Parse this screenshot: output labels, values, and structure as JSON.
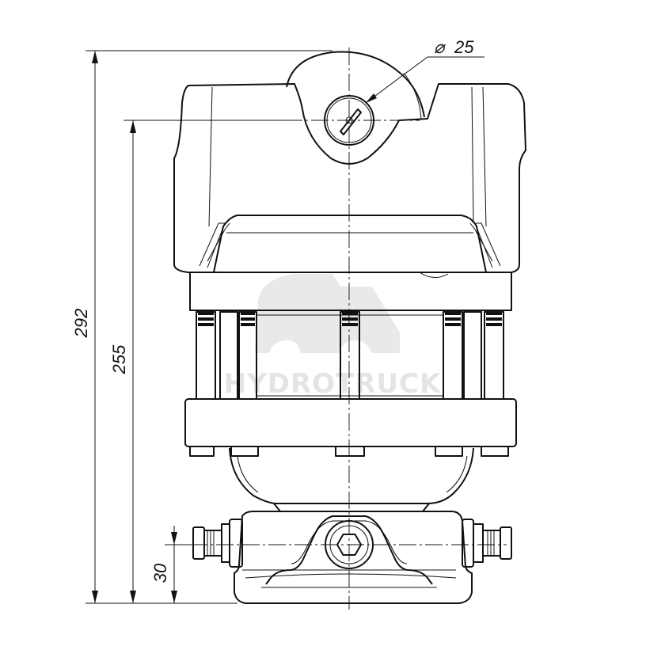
{
  "dimensions": {
    "overall_height": "292",
    "center_height": "255",
    "port_height": "30",
    "shaft_diameter": "25",
    "diameter_symbol": "⌀"
  },
  "watermark": {
    "text": "HYDROTRUCK"
  }
}
